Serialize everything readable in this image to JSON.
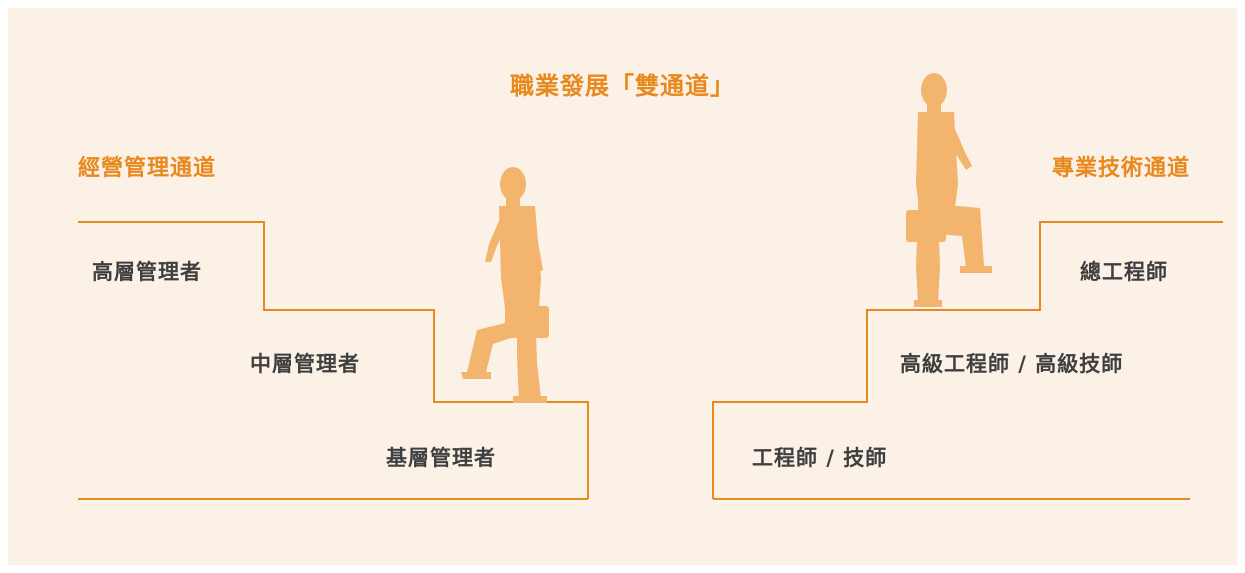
{
  "title": "職業發展「雙通道」",
  "left_track": {
    "title": "經營管理通道",
    "levels": [
      "高層管理者",
      "中層管理者",
      "基層管理者"
    ]
  },
  "right_track": {
    "title": "專業技術通道",
    "levels": [
      "總工程師",
      "高級工程師 / 高級技師",
      "工程師 / 技師"
    ]
  },
  "colors": {
    "background": "#fbf1e7",
    "accent": "#e8891e",
    "figure": "#f3b46e",
    "text": "#3f3f3f"
  },
  "icons": [
    "walking-businessman-icon",
    "walking-businessman-icon"
  ]
}
